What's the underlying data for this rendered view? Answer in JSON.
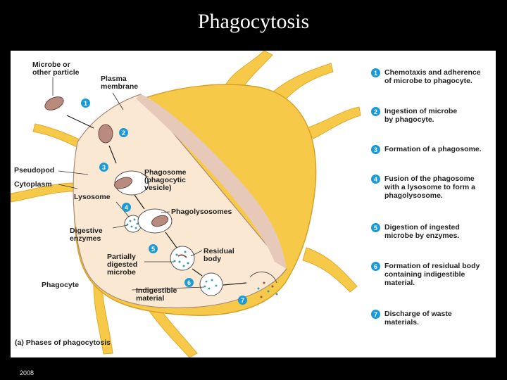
{
  "slide": {
    "title": "Phagocytosis",
    "footer": "2008"
  },
  "diagram": {
    "labels": {
      "microbe": "Microbe or\nother particle",
      "plasma_membrane": "Plasma\nmembrane",
      "pseudopod": "Pseudopod",
      "cytoplasm": "Cytoplasm",
      "phagosome": "Phagosome\n(phagocytic\nvesicle)",
      "lysosome": "Lysosome",
      "phagolysosomes": "Phagolysosomes",
      "digestive_enzymes": "Digestive\nenzymes",
      "residual_body": "Residual\nbody",
      "partially_digested": "Partially\ndigested\nmicrobe",
      "phagocyte": "Phagocyte",
      "indigestible": "Indigestible\nmaterial"
    },
    "step_numbers": [
      "1",
      "2",
      "3",
      "4",
      "5",
      "6",
      "7"
    ],
    "caption": "(a) Phases of phagocytosis",
    "legend": [
      {
        "number": "1",
        "text": "Chemotaxis and adherence\nof microbe to phagocyte."
      },
      {
        "number": "2",
        "text": "Ingestion of microbe\nby phagocyte."
      },
      {
        "number": "3",
        "text": "Formation of a phagosome."
      },
      {
        "number": "4",
        "text": "Fusion of the phagosome\nwith a lysosome to form a\nphagolysosome."
      },
      {
        "number": "5",
        "text": "Digestion of ingested\nmicrobe by enzymes."
      },
      {
        "number": "6",
        "text": "Formation of residual body\ncontaining indigestible\nmaterial."
      },
      {
        "number": "7",
        "text": "Discharge of waste\nmaterials."
      }
    ],
    "colors": {
      "cell_outer": "#f7c948",
      "cytoplasm": "#fbe8d2",
      "membrane_shadow": "#e7c9b9",
      "step_badge": "#1a9ad6",
      "microbe": "#b98b7e",
      "enzyme_dots": "#3a9bb0"
    }
  }
}
